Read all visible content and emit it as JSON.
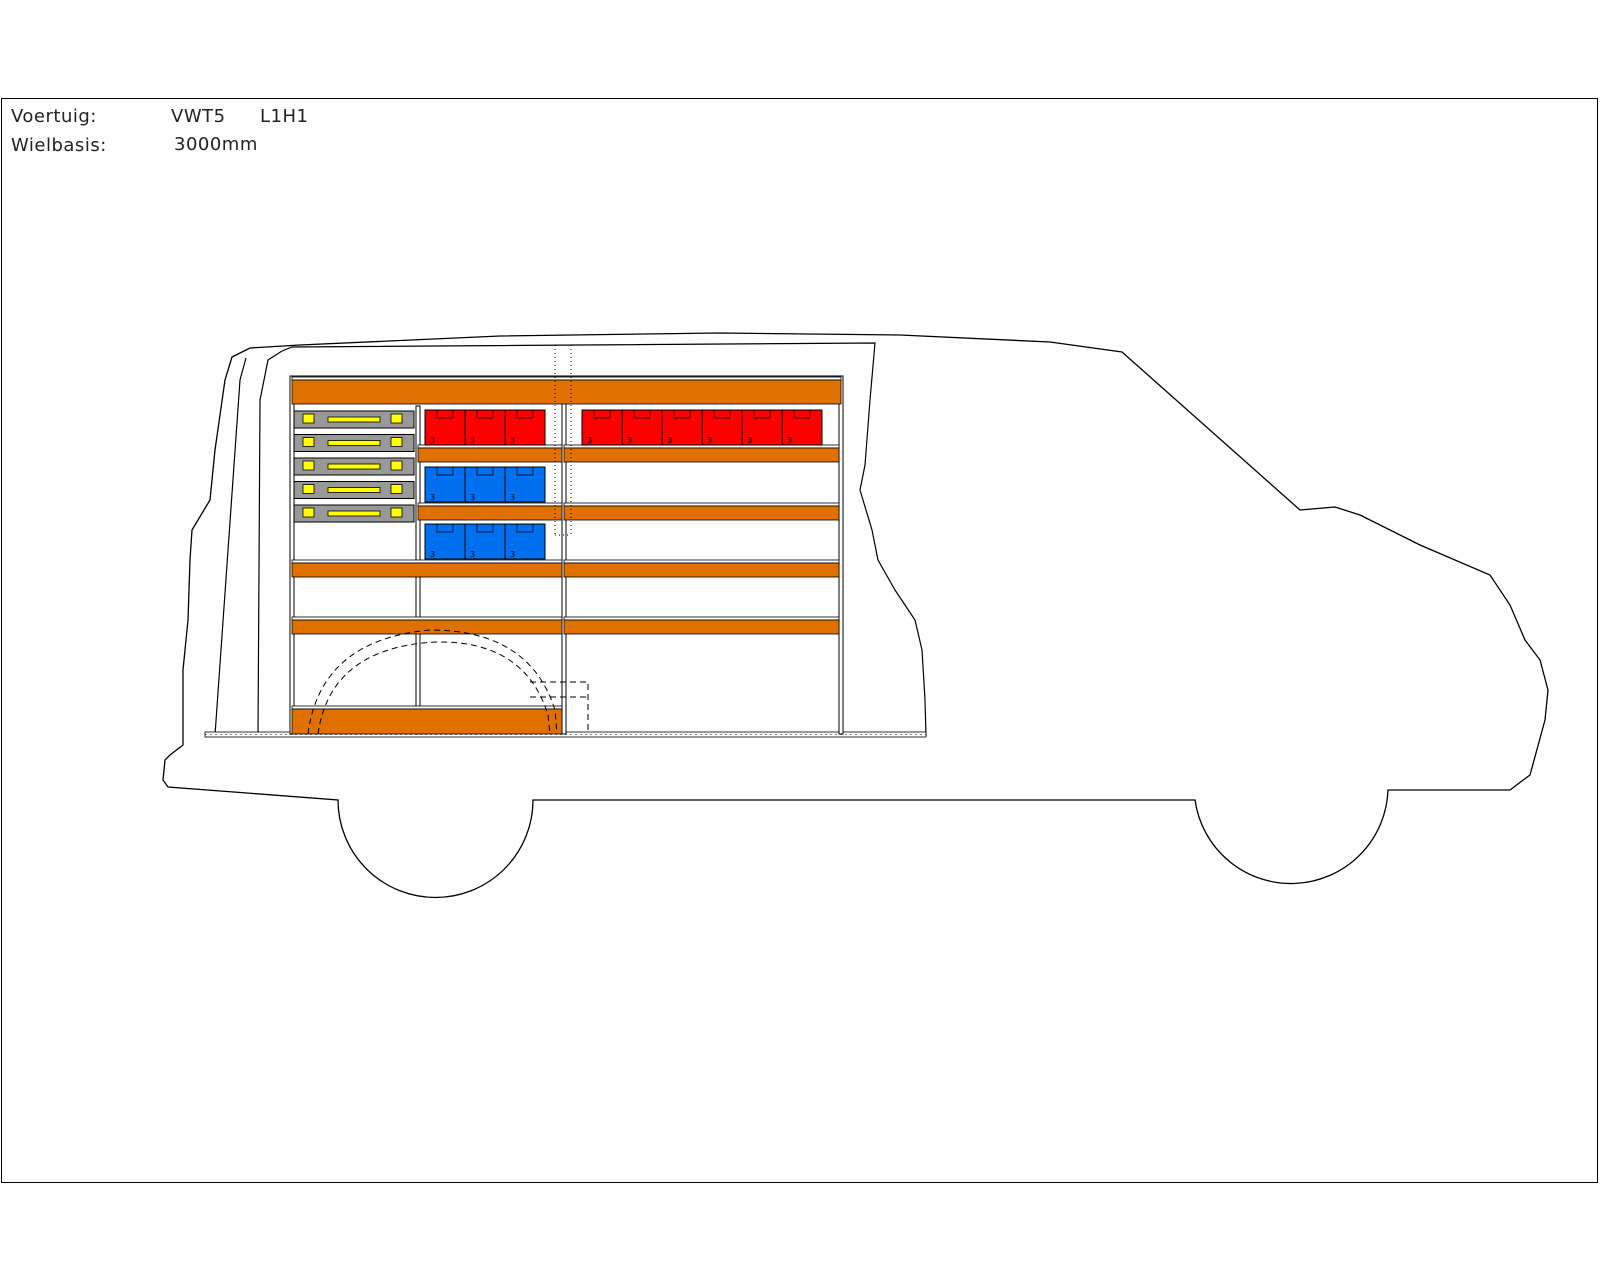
{
  "info": {
    "vehicle_label": "Voertuig:",
    "vehicle_value": "VWT5",
    "variant": "L1H1",
    "wheelbase_label": "Wielbasis:",
    "wheelbase_value": "3000mm"
  },
  "bin_number": "3",
  "colors": {
    "shelf": "#e07000",
    "bin_red": "#ff0000",
    "bin_blue": "#0070f0",
    "drawer_grey": "#999999",
    "drawer_handle": "#ffff00",
    "outline": "#000000"
  }
}
